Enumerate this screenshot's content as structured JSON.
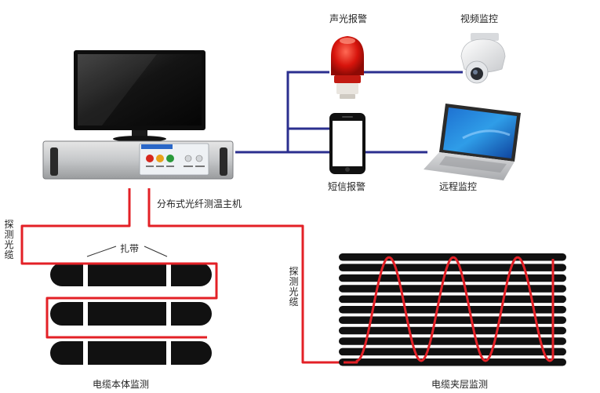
{
  "labels": {
    "host": "分布式光纤测温主机",
    "sound_light_alarm": "声光报警",
    "video_monitor": "视频监控",
    "sms_alarm": "短信报警",
    "remote_monitor": "远程监控",
    "probe_fiber": "探测光缆",
    "cable_tie": "扎带",
    "cable_body_monitor": "电缆本体监测",
    "cable_tray_monitor": "电缆夹层监测"
  },
  "colors": {
    "fiber": "#e32026",
    "network_line": "#2b2f8f",
    "cable": "#111111"
  },
  "icons": [
    "monitor-icon",
    "host-server-icon",
    "alarm-light-icon",
    "dome-camera-icon",
    "phone-icon",
    "laptop-icon"
  ]
}
